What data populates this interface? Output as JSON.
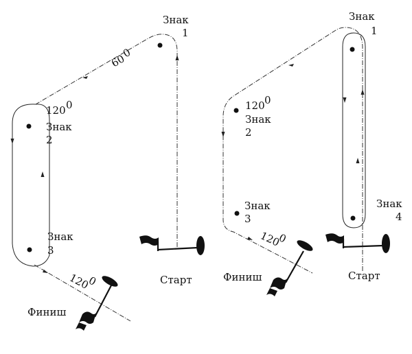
{
  "left_diagram": {
    "mark1": {
      "word": "Знак",
      "num": "1"
    },
    "mark2": {
      "angle": "120",
      "word": "Знак",
      "num": "2"
    },
    "mark3": {
      "word": "Знак",
      "num": "3"
    },
    "angle_top": "60",
    "angle_bottom": "120",
    "start": "Старт",
    "finish": "Финиш"
  },
  "right_diagram": {
    "mark1": {
      "word": "Знак",
      "num": "1"
    },
    "mark2": {
      "angle": "120",
      "word": "Знак",
      "num": "2"
    },
    "mark3": {
      "word": "Знак",
      "num": "3"
    },
    "mark4": {
      "word": "Знак",
      "num": "4"
    },
    "angle_bottom": "120",
    "start": "Старт",
    "finish": "Финиш"
  },
  "degree_symbol": "0",
  "colors": {
    "ink": "#111111",
    "background": "#ffffff"
  }
}
